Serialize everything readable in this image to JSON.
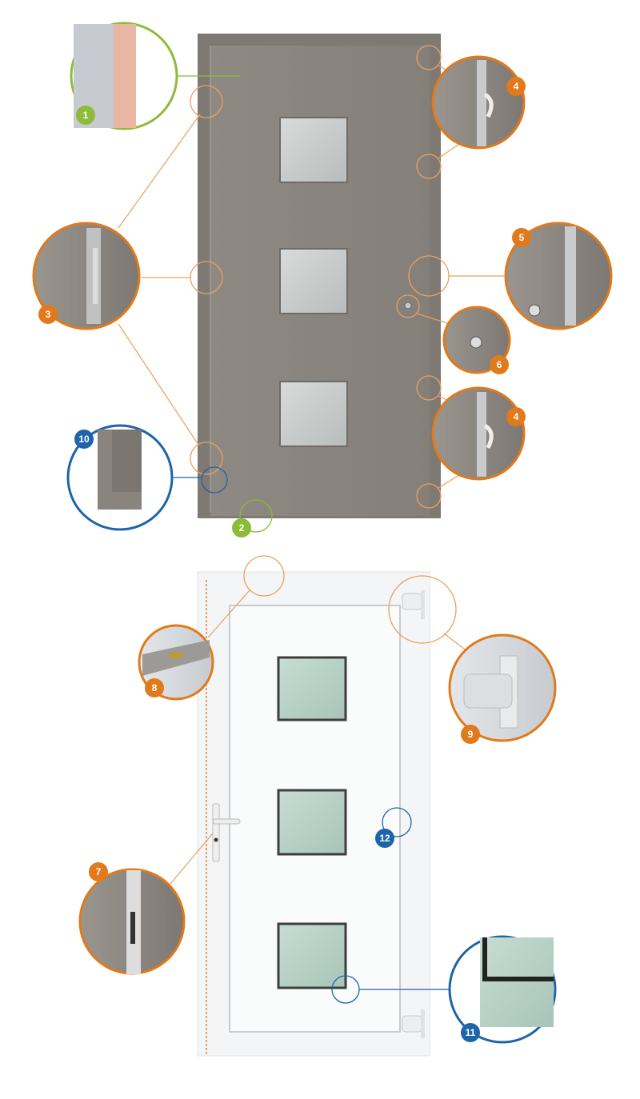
{
  "colors": {
    "orange": "#e07a1a",
    "green": "#8dbb3a",
    "blue": "#1d64a8",
    "grey_door": "#8b857f",
    "glass_grey": "#c9cccb",
    "glass_green": "#b9d1c7"
  },
  "callouts": {
    "c1": "1",
    "c2": "2",
    "c3": "3",
    "c4a": "4",
    "c4b": "4",
    "c5": "5",
    "c6": "6",
    "c7": "7",
    "c8": "8",
    "c9": "9",
    "c10": "10",
    "c11": "11",
    "c12": "12"
  }
}
